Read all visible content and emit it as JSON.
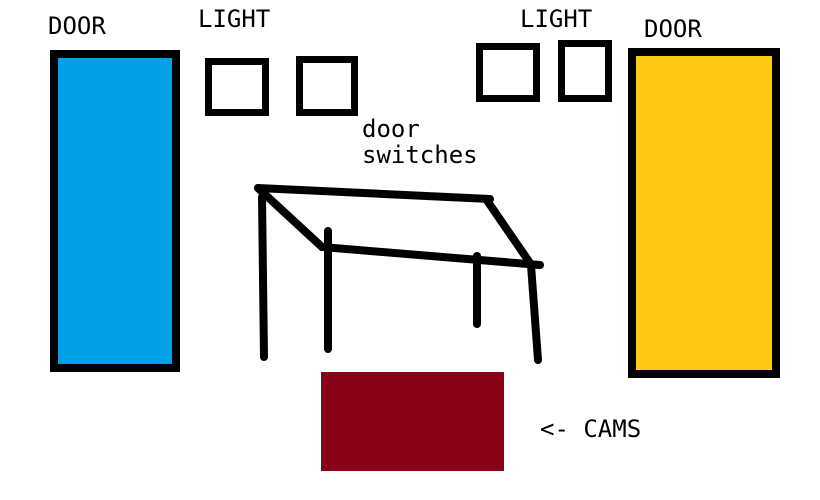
{
  "labels": {
    "door_left": "DOOR",
    "light_left": "LIGHT",
    "light_right": "LIGHT",
    "door_right": "DOOR",
    "door_switches_line1": "door",
    "door_switches_line2": "switches",
    "cams": "<- CAMS"
  },
  "colors": {
    "door_left": "#00a0e6",
    "door_right": "#ffc814",
    "cams": "#880015",
    "outline": "#000000",
    "background": "#ffffff"
  }
}
